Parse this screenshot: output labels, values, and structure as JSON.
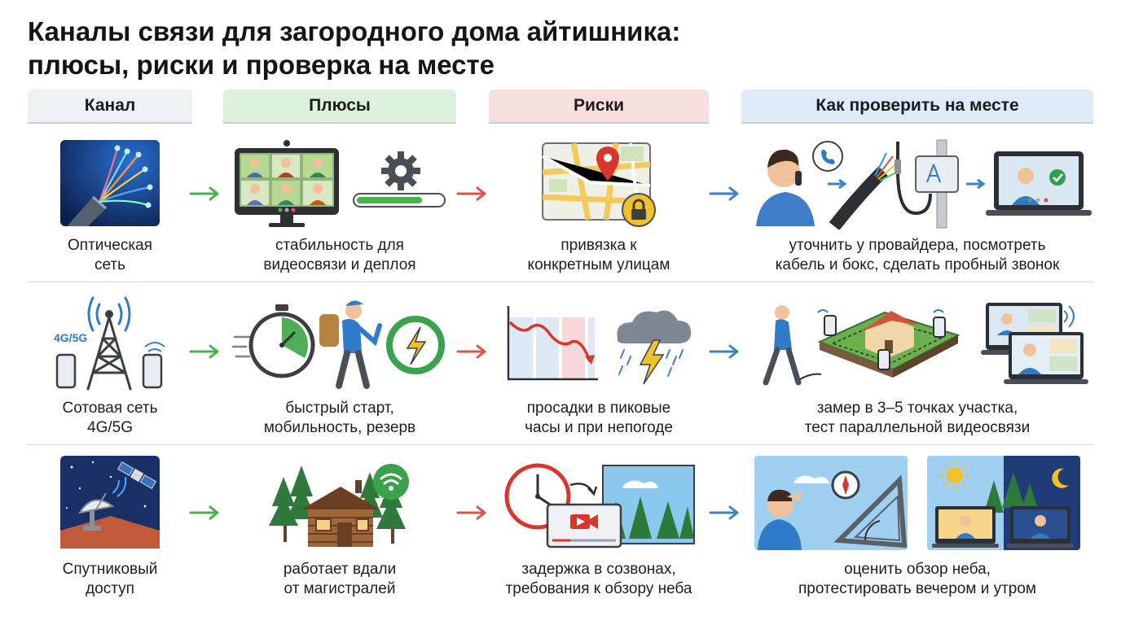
{
  "title": {
    "line1": "Каналы связи для загородного дома айтишника:",
    "line2": "плюсы, риски и проверка на месте"
  },
  "headers": {
    "channel": "Канал",
    "pros": "Плюсы",
    "risks": "Риски",
    "check": "Как проверить на месте"
  },
  "rows": [
    {
      "channel": [
        "Оптическая",
        "сеть"
      ],
      "pros": [
        "стабильность для",
        "видеосвязи и деплоя"
      ],
      "risks": [
        "привязка к",
        "конкретным улицам"
      ],
      "check": [
        "уточнить у провайдера, посмотреть",
        "кабель и бокс, сделать пробный звонок"
      ]
    },
    {
      "channel": [
        "Сотовая сеть",
        "4G/5G"
      ],
      "pros": [
        "быстрый старт,",
        "мобильность, резерв"
      ],
      "risks": [
        "просадки в пиковые",
        "часы и при непогоде"
      ],
      "check": [
        "замер в 3–5 точках участка,",
        "тест параллельной видеосвязи"
      ],
      "tower_label": "4G/5G"
    },
    {
      "channel": [
        "Спутниковый",
        "доступ"
      ],
      "pros": [
        "работает вдали",
        "от магистралей"
      ],
      "risks": [
        "задержка в созвонах,",
        "требования к обзору неба"
      ],
      "check": [
        "оценить обзор неба,",
        "протестировать вечером и утром"
      ]
    }
  ],
  "colors": {
    "pros_arrow": "#4caf50",
    "risks_arrow": "#e05245",
    "check_arrow": "#3b82c8",
    "header_channel": "#eef0f3",
    "header_pros": "#dcf1dc",
    "header_risks": "#f9dede",
    "header_check": "#ddeaf8"
  }
}
